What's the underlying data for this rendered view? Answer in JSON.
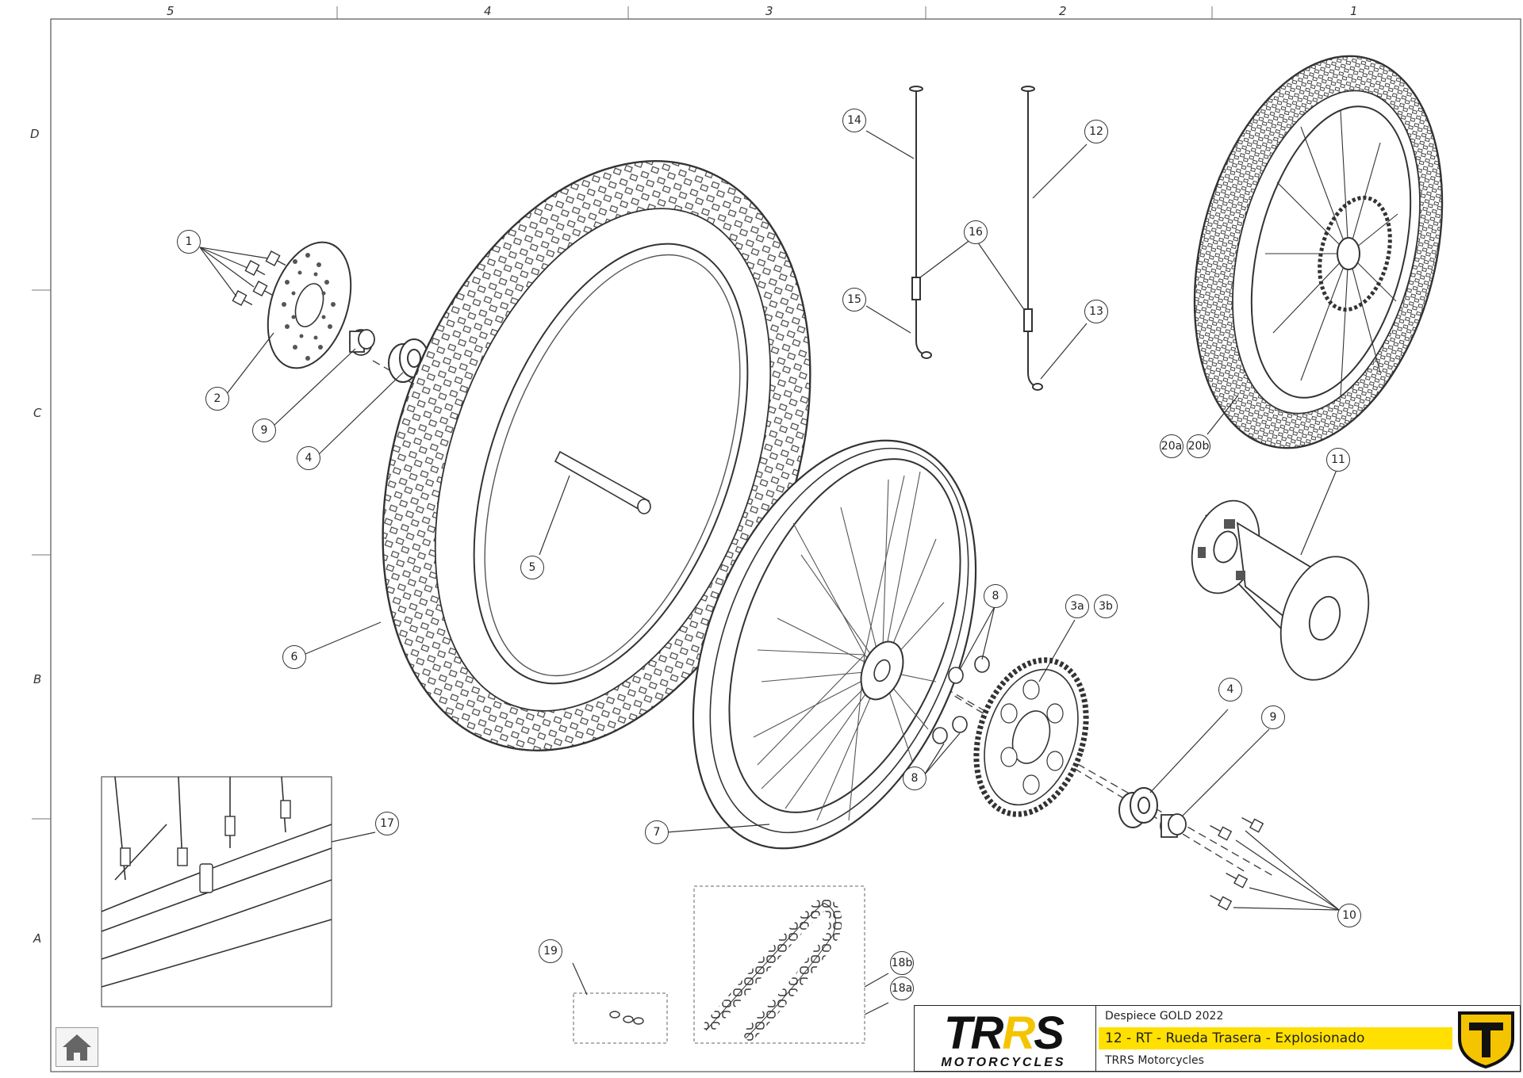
{
  "zones": {
    "columns": [
      "5",
      "4",
      "3",
      "2",
      "1"
    ],
    "rows": [
      "D",
      "C",
      "B",
      "A"
    ]
  },
  "callouts": {
    "c1": "1",
    "c2": "2",
    "c3a": "3a",
    "c3b": "3b",
    "c4a": "4",
    "c4b": "4",
    "c5": "5",
    "c6": "6",
    "c7": "7",
    "c8a": "8",
    "c8b": "8",
    "c9a": "9",
    "c9b": "9",
    "c10": "10",
    "c11": "11",
    "c12": "12",
    "c13": "13",
    "c14": "14",
    "c15": "15",
    "c16": "16",
    "c17": "17",
    "c18a": "18a",
    "c18b": "18b",
    "c19": "19",
    "c20a": "20a",
    "c20b": "20b"
  },
  "title_block": {
    "line1": "Despiece GOLD 2022",
    "line2": "12 - RT - Rueda Trasera - Explosionado",
    "line3": "TRRS Motorcycles",
    "logo_text": "TRRS",
    "logo_sub": "MOTORCYCLES",
    "highlight_color": "#ffe000",
    "logo_accent_color": "#f5c400"
  },
  "nav": {
    "home_icon": "home-icon"
  }
}
